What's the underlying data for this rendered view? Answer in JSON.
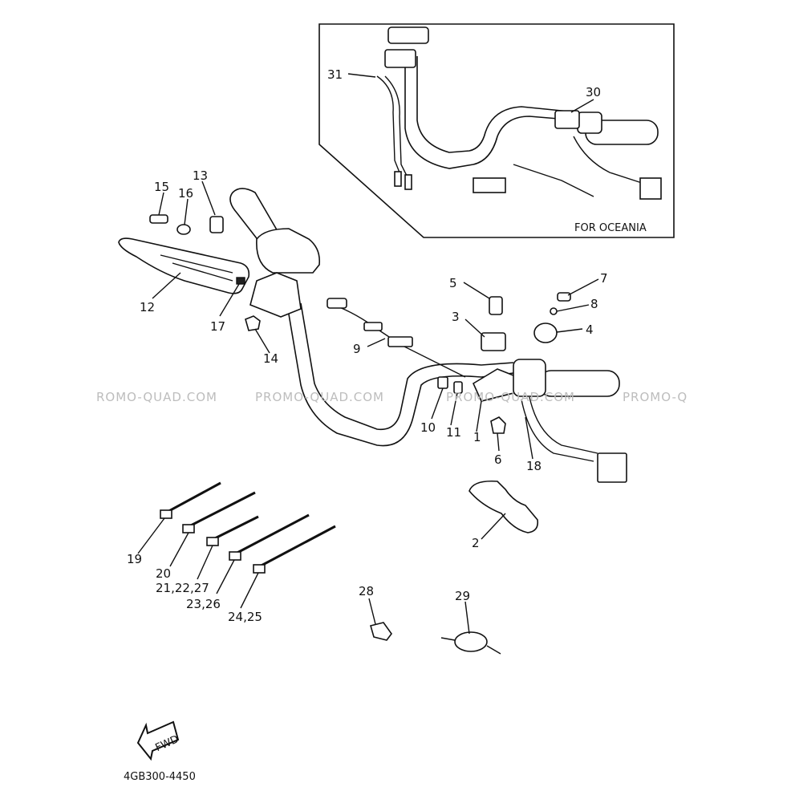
{
  "inset": {
    "caption": "FOR OCEANIA",
    "callouts": [
      "31",
      "30"
    ]
  },
  "callouts": {
    "c1": "1",
    "c2": "2",
    "c3": "3",
    "c4": "4",
    "c5": "5",
    "c6": "6",
    "c7": "7",
    "c8": "8",
    "c9": "9",
    "c10": "10",
    "c11": "11",
    "c12": "12",
    "c13": "13",
    "c14": "14",
    "c15": "15",
    "c16": "16",
    "c17": "17",
    "c18": "18",
    "c19": "19",
    "c20": "20",
    "c21": "21,22,27",
    "c23": "23,26",
    "c24": "24,25",
    "c28": "28",
    "c29": "29",
    "c30": "30",
    "c31": "31"
  },
  "watermark": {
    "left": "ROMO-QUAD.COM",
    "center": "PROMO-QUAD.COM",
    "right": "PROMO-QUAD.COM",
    "far_right": "PROMO-Q"
  },
  "fwd_label": "FWD",
  "part_number": "4GB300-4450"
}
